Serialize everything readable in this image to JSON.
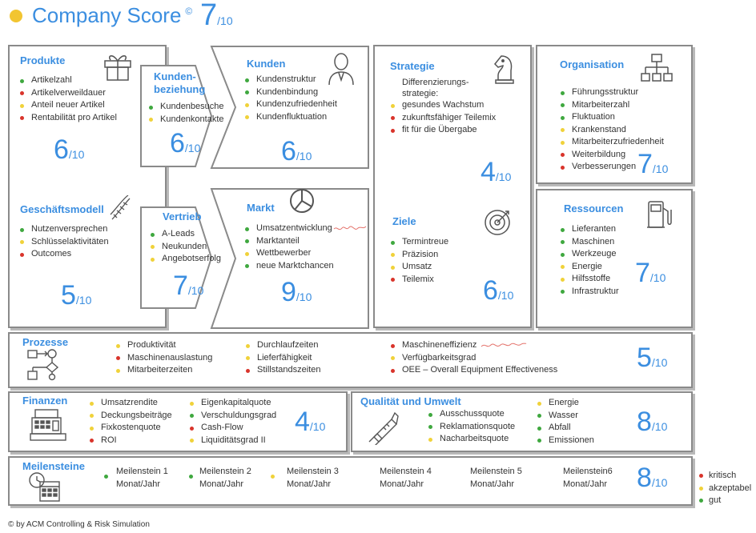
{
  "header": {
    "title": "Company Score",
    "copyright_mark": "©",
    "score": "7",
    "denom": "/10"
  },
  "produkte": {
    "title": "Produkte",
    "items": [
      "Artikelzahl",
      "Artikelverweildauer",
      "Anteil neuer Artikel",
      "Rentabilität pro Artikel"
    ],
    "score": "6",
    "denom": "/10"
  },
  "kundenbeziehung": {
    "title_line1": "Kunden-",
    "title_line2": "beziehung",
    "items": [
      "Kundenbesuche",
      "Kundenkontakte"
    ],
    "score": "6",
    "denom": "/10"
  },
  "kunden": {
    "title": "Kunden",
    "items": [
      "Kundenstruktur",
      "Kundenbindung",
      "Kundenzufriedenheit",
      "Kundenfluktuation"
    ],
    "score": "6",
    "denom": "/10"
  },
  "geschaeftsmodell": {
    "title": "Geschäftsmodell",
    "items": [
      "Nutzenversprechen",
      "Schlüsselaktivitäten",
      "Outcomes"
    ],
    "score": "5",
    "denom": "/10"
  },
  "vertrieb": {
    "title": "Vertrieb",
    "items": [
      "A-Leads",
      "Neukunden",
      "Angebotserfolg"
    ],
    "score": "7",
    "denom": "/10"
  },
  "markt": {
    "title": "Markt",
    "items": [
      "Umsatzentwicklung",
      "Marktanteil",
      "Wettbewerber",
      "neue Marktchancen"
    ],
    "score": "9",
    "denom": "/10"
  },
  "strategie": {
    "title": "Strategie",
    "sub_line1": "Differenzierungs-",
    "sub_line2": "strategie:",
    "items": [
      "gesundes Wachstum",
      "zukunftsfähiger Teilemix",
      "fit für die Übergabe"
    ],
    "score": "4",
    "denom": "/10"
  },
  "ziele": {
    "title": "Ziele",
    "items": [
      "Termintreue",
      "Präzision",
      "Umsatz",
      "Teilemix"
    ],
    "score": "6",
    "denom": "/10"
  },
  "organisation": {
    "title": "Organisation",
    "items": [
      "Führungsstruktur",
      "Mitarbeiterzahl",
      "Fluktuation",
      "Krankenstand",
      "Mitarbeiterzufriedenheit",
      "Weiterbildung",
      "Verbesserungen"
    ],
    "score": "7",
    "denom": "/10"
  },
  "ressourcen": {
    "title": "Ressourcen",
    "items": [
      "Lieferanten",
      "Maschinen",
      "Werkzeuge",
      "Energie",
      "Hilfsstoffe",
      "Infrastruktur"
    ],
    "score": "7",
    "denom": "/10"
  },
  "prozesse": {
    "title": "Prozesse",
    "col1": [
      "Produktivität",
      "Maschinenauslastung",
      "Mitarbeiterzeiten"
    ],
    "col2": [
      "Durchlaufzeiten",
      "Lieferfähigkeit",
      "Stillstandszeiten"
    ],
    "col3": [
      "Maschineneffizienz",
      "Verfügbarkeitsgrad",
      "OEE – Overall Equipment Effectiveness"
    ],
    "score": "5",
    "denom": "/10"
  },
  "finanzen": {
    "title": "Finanzen",
    "col1": [
      "Umsatzrendite",
      "Deckungsbeiträge",
      "Fixkostenquote",
      "ROI"
    ],
    "col2": [
      "Eigenkapitalquote",
      "Verschuldungsgrad",
      "Cash-Flow",
      "Liquiditätsgrad II"
    ],
    "score": "4",
    "denom": "/10"
  },
  "qualitaet": {
    "title": "Qualität und Umwelt",
    "col1": [
      "Ausschussquote",
      "Reklamationsquote",
      "Nacharbeitsquote"
    ],
    "col2": [
      "Energie",
      "Wasser",
      "Abfall",
      "Emissionen"
    ],
    "score": "8",
    "denom": "/10"
  },
  "meilensteine": {
    "title": "Meilensteine",
    "items": [
      {
        "name": "Meilenstein 1",
        "date": "Monat/Jahr"
      },
      {
        "name": "Meilenstein 2",
        "date": "Monat/Jahr"
      },
      {
        "name": "Meilenstein 3",
        "date": "Monat/Jahr"
      },
      {
        "name": "Meilenstein 4",
        "date": "Monat/Jahr"
      },
      {
        "name": "Meilenstein 5",
        "date": "Monat/Jahr"
      },
      {
        "name": "Meilenstein6",
        "date": "Monat/Jahr"
      }
    ],
    "score": "8",
    "denom": "/10"
  },
  "legend": {
    "items": [
      "kritisch",
      "akzeptabel",
      "gut"
    ]
  },
  "footer": {
    "text": "© by ACM Controlling & Risk Simulation"
  },
  "colors": {
    "accent": "#3b8ee0",
    "critical": "#d9342b",
    "acceptable": "#f0d23a",
    "good": "#3fa83f",
    "header_dot": "#f2c531"
  },
  "icons": [
    "gift-icon",
    "dna-icon",
    "person-icon",
    "pie-chart-icon",
    "chess-knight-icon",
    "target-icon",
    "org-chart-icon",
    "fuel-pump-icon",
    "process-flow-icon",
    "cash-register-icon",
    "caliper-icon",
    "calendar-clock-icon"
  ]
}
